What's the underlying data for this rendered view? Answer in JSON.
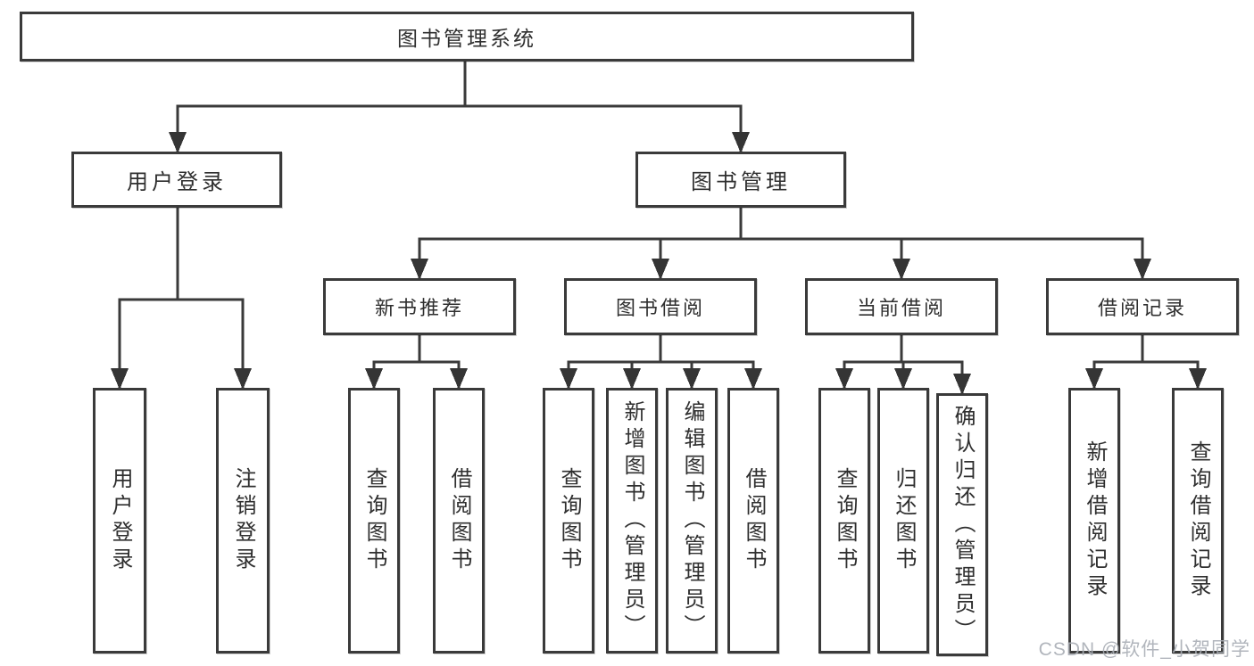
{
  "nodes": {
    "root": "图书管理系统",
    "user_login": "用户登录",
    "book_mgmt": "图书管理",
    "new_book_rec": "新书推荐",
    "book_borrow": "图书借阅",
    "current_borrow": "当前借阅",
    "borrow_records": "借阅记录",
    "ul_user_login": "用户登录",
    "ul_logout": "注销登录",
    "nb_query": "查询图书",
    "nb_borrow": "借阅图书",
    "bb_query": "查询图书",
    "bb_add": "新增图书（管理员）",
    "bb_edit": "编辑图书（管理员）",
    "bb_borrow": "借阅图书",
    "cb_query": "查询图书",
    "cb_return": "归还图书",
    "cb_confirm": "确认归还（管理员）",
    "br_add": "新增借阅记录",
    "br_query": "查询借阅记录"
  },
  "watermark": "CSDN @软件_小贺同学",
  "colors": {
    "line": "#3a3a3a",
    "box_border": "#3a3a3a",
    "text": "#2f2f2f",
    "watermark": "#a9aeb5"
  }
}
